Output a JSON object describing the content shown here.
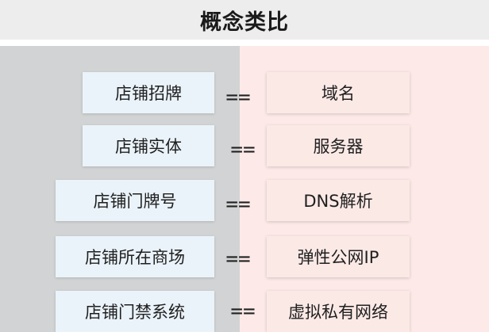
{
  "title": "概念类比",
  "rows": [
    {
      "left": "店铺招牌",
      "eq": "==",
      "right": "域名"
    },
    {
      "left": "店铺实体",
      "eq": "==",
      "right": "服务器"
    },
    {
      "left": "店铺门牌号",
      "eq": "==",
      "right": "DNS解析"
    },
    {
      "left": "店铺所在商场",
      "eq": "==",
      "right": "弹性公网IP"
    },
    {
      "left": "店铺门禁系统",
      "eq": "==",
      "right": "虚拟私有网络"
    }
  ],
  "colors": {
    "title_bg": "#ededed",
    "left_panel": "#d1d3d4",
    "right_panel": "#fdeae8",
    "left_box": "#eaf3fa",
    "right_box": "#fbe9e6"
  }
}
